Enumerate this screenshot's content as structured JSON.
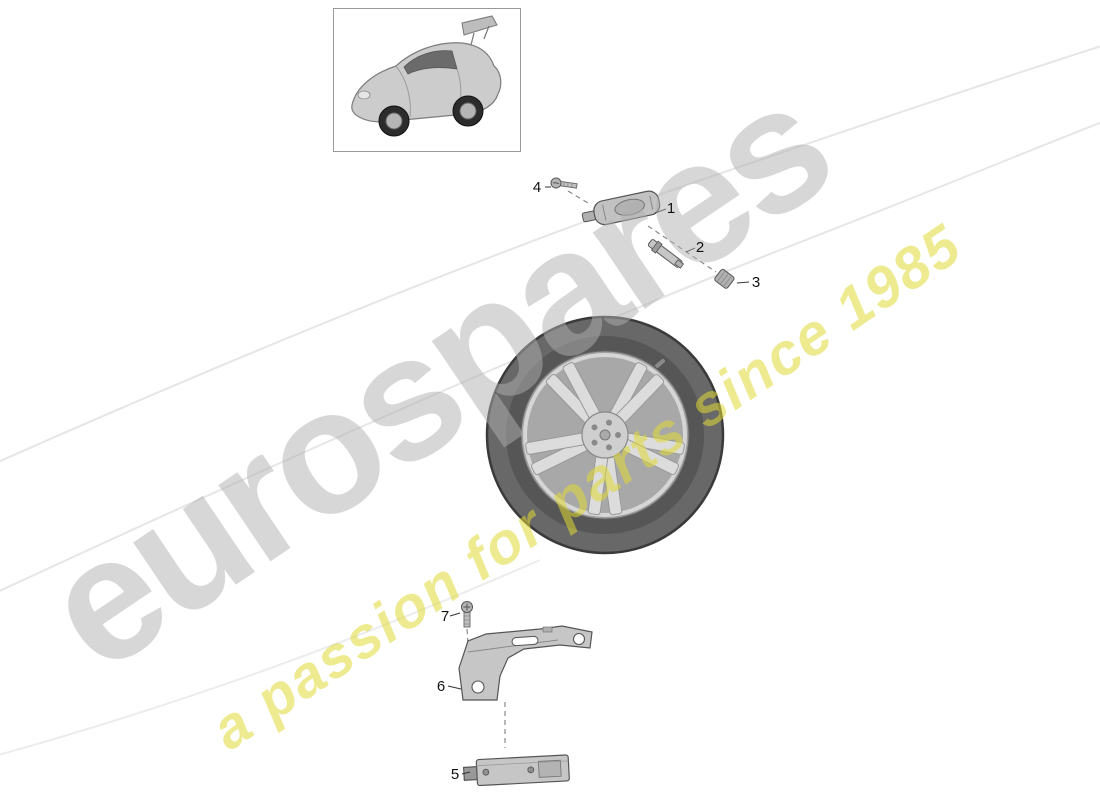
{
  "watermark": {
    "brand": "eurospares",
    "tagline": "a passion for parts since 1985",
    "brand_color": "#afafaf",
    "tagline_color": "#ded835"
  },
  "vehicle": {
    "thumbnail": "porsche-911-turbo-side-view"
  },
  "diagram": {
    "description_parts": [
      "tpms-sensor",
      "valve-stem",
      "valve-cap",
      "sensor-screw",
      "antenna-module",
      "mounting-bracket",
      "bracket-screw"
    ],
    "callouts": [
      {
        "number": "1"
      },
      {
        "number": "2"
      },
      {
        "number": "3"
      },
      {
        "number": "4"
      },
      {
        "number": "5"
      },
      {
        "number": "6"
      },
      {
        "number": "7"
      }
    ]
  }
}
